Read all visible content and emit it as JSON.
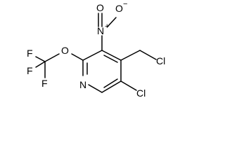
{
  "molecule": {
    "atoms": {
      "n_ring": "N",
      "cl_ring": "Cl",
      "cl_methyl": "Cl",
      "o_ether": "O",
      "n_nitro": "N",
      "n_nitro_charge": "+",
      "o_nitro_double": "O",
      "o_nitro_single": "O",
      "o_nitro_charge": "−",
      "f_top": "F",
      "f_left": "F",
      "f_bottom": "F"
    },
    "colors": {
      "line": "#000000",
      "background": "#ffffff"
    }
  }
}
